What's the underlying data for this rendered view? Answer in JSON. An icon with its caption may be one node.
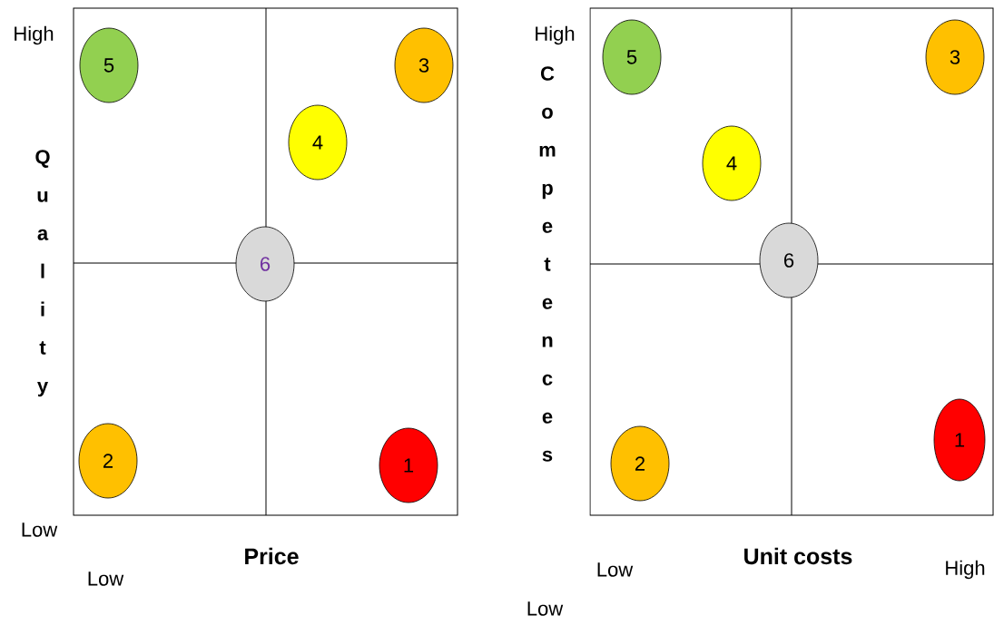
{
  "diagram": {
    "nodes": [
      {
        "text": [],
        "shape": "box"
      },
      {
        "text": [
          "5"
        ],
        "in": 0
      },
      {
        "text": [
          "3"
        ],
        "in": 0
      },
      {
        "text": [
          "4"
        ],
        "in": 0
      },
      {
        "text": [
          "6"
        ],
        "in": 0
      },
      {
        "text": [
          "2"
        ],
        "in": 0
      },
      {
        "text": [
          "1"
        ],
        "in": 0
      },
      {
        "text": [],
        "shape": "box"
      },
      {
        "text": [
          "5"
        ],
        "in": 7
      },
      {
        "text": [
          "3"
        ],
        "in": 7
      },
      {
        "text": [
          "4"
        ],
        "in": 7
      },
      {
        "text": [
          "6"
        ],
        "in": 7
      },
      {
        "text": [
          "2"
        ],
        "in": 7
      },
      {
        "text": [
          "1"
        ],
        "in": 7
      }
    ],
    "edges": [],
    "labels": [
      "High",
      "Quality",
      "Low",
      "Price",
      "Low",
      "High",
      "Competences",
      "Unit costs",
      "Low",
      "High",
      "Low"
    ]
  }
}
